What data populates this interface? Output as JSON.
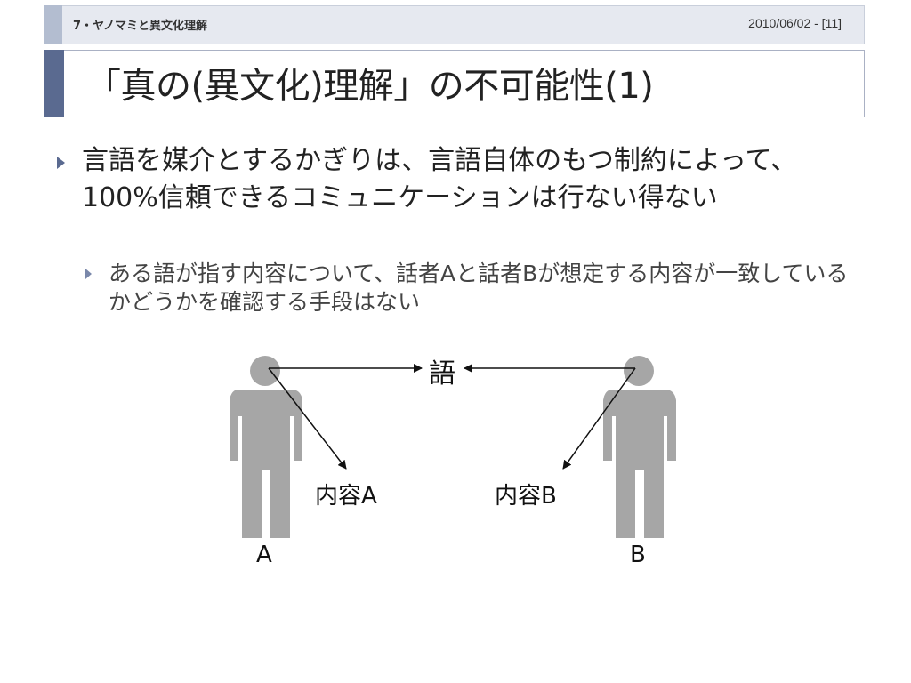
{
  "header": {
    "section": "7・ヤノマミと異文化理解",
    "date_page": "2010/06/02 - [11]"
  },
  "title": "「真の(異文化)理解」の不可能性(1)",
  "bullets": {
    "level1": "言語を媒介とするかぎりは、言語自体のもつ制約によって、100%信頼できるコミュニケーションは行ない得ない",
    "level2": "ある語が指す内容について、話者Aと話者Bが想定する内容が一致しているかどうかを確認する手段はない"
  },
  "diagram": {
    "word": "語",
    "content_a": "内容A",
    "content_b": "内容B",
    "person_a": "A",
    "person_b": "B",
    "figure_color": "#a6a6a6",
    "arrow_color": "#111111"
  }
}
